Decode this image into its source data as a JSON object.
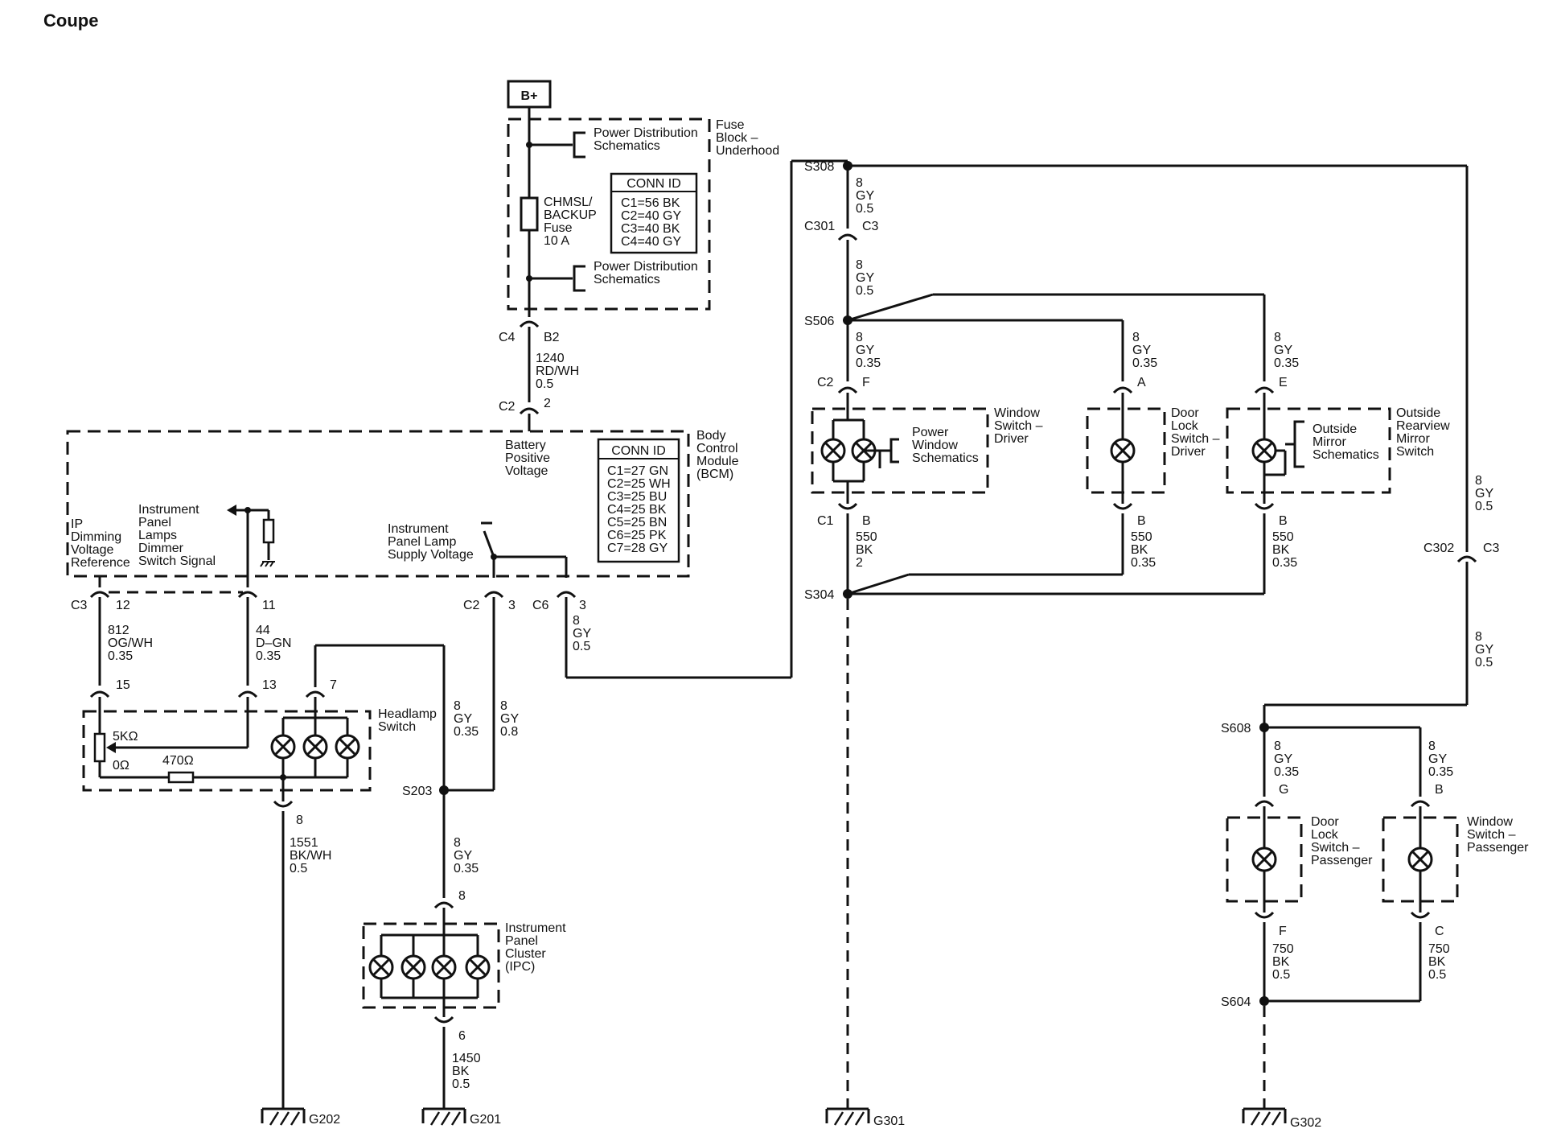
{
  "title": "Coupe",
  "power": {
    "source": "B+",
    "fuse_block": [
      "Fuse",
      "Block –",
      "Underhood"
    ],
    "pds_top": [
      "Power Distribution",
      "Schematics"
    ],
    "pds_bottom": [
      "Power Distribution",
      "Schematics"
    ],
    "fuse": [
      "CHMSL/",
      "BACKUP",
      "Fuse",
      "10 A"
    ],
    "conn_title": "CONN ID",
    "conn": [
      "C1=56 BK",
      "C2=40 GY",
      "C3=40 BK",
      "C4=40 GY"
    ]
  },
  "bcm": {
    "name": [
      "Body",
      "Control",
      "Module",
      "(BCM)"
    ],
    "conn_title": "CONN ID",
    "conn": [
      "C1=27 GN",
      "C2=25 WH",
      "C3=25 BU",
      "C4=25 BK",
      "C5=25 BN",
      "C6=25 PK",
      "C7=28 GY"
    ],
    "bpv": [
      "Battery",
      "Positive",
      "Voltage"
    ],
    "ipdvr": [
      "IP",
      "Dimming",
      "Voltage",
      "Reference"
    ],
    "dimmer": [
      "Instrument",
      "Panel",
      "Lamps",
      "Dimmer",
      "Switch Signal"
    ],
    "supply": [
      "Instrument",
      "Panel Lamp",
      "Supply Voltage"
    ]
  },
  "connectors": {
    "c4": "C4",
    "b2": "B2",
    "c2_top": "C2",
    "pin2": "2",
    "c3_left": "C3",
    "pin12": "12",
    "pin11": "11",
    "c2_mid": "C2",
    "pin3a": "3",
    "c6": "C6",
    "pin3b": "3",
    "pin15": "15",
    "pin13": "13",
    "pin7": "7",
    "pin8_hs": "8",
    "pin8_ipc": "8",
    "pin6_ipc": "6",
    "c301": "C301",
    "c3_right": "C3",
    "c2_ws": "C2",
    "pin_f_ws": "F",
    "pin_a": "A",
    "pin_e": "E",
    "c1_ws": "C1",
    "pin_b_ws": "B",
    "pin_b_dl": "B",
    "pin_b_om": "B",
    "c302": "C302",
    "c3_c302": "C3",
    "pin_g": "G",
    "pin_b_wsp": "B",
    "pin_f_dlp": "F",
    "pin_c_wsp": "C"
  },
  "wires": {
    "w1240": [
      "1240",
      "RD/WH",
      "0.5"
    ],
    "w812": [
      "812",
      "OG/WH",
      "0.35"
    ],
    "w44": [
      "44",
      "D–GN",
      "0.35"
    ],
    "w8_c6": [
      "8",
      "GY",
      "0.5"
    ],
    "w8_hs": [
      "8",
      "GY",
      "0.35"
    ],
    "w8_c2": [
      "8",
      "GY",
      "0.8"
    ],
    "w1551": [
      "1551",
      "BK/WH",
      "0.5"
    ],
    "w8_ipc": [
      "8",
      "GY",
      "0.35"
    ],
    "w1450": [
      "1450",
      "BK",
      "0.5"
    ],
    "w8_s308": [
      "8",
      "GY",
      "0.5"
    ],
    "w8_c301": [
      "8",
      "GY",
      "0.5"
    ],
    "w8_ws": [
      "8",
      "GY",
      "0.35"
    ],
    "w8_dl": [
      "8",
      "GY",
      "0.35"
    ],
    "w8_om": [
      "8",
      "GY",
      "0.35"
    ],
    "w550_ws": [
      "550",
      "BK",
      "2"
    ],
    "w550_dl": [
      "550",
      "BK",
      "0.35"
    ],
    "w550_om": [
      "550",
      "BK",
      "0.35"
    ],
    "w8_right": [
      "8",
      "GY",
      "0.5"
    ],
    "w8_c302": [
      "8",
      "GY",
      "0.5"
    ],
    "w8_dlp": [
      "8",
      "GY",
      "0.35"
    ],
    "w8_wsp": [
      "8",
      "GY",
      "0.35"
    ],
    "w750_dlp": [
      "750",
      "BK",
      "0.5"
    ],
    "w750_wsp": [
      "750",
      "BK",
      "0.5"
    ]
  },
  "splices": {
    "s308": "S308",
    "s506": "S506",
    "s304": "S304",
    "s203": "S203",
    "s608": "S608",
    "s604": "S604"
  },
  "grounds": {
    "g202": "G202",
    "g201": "G201",
    "g301": "G301",
    "g302": "G302"
  },
  "components": {
    "headlamp": [
      "Headlamp",
      "Switch"
    ],
    "r5k": "5KΩ",
    "r0": "0Ω",
    "r470": "470Ω",
    "ipc": [
      "Instrument",
      "Panel",
      "Cluster",
      "(IPC)"
    ],
    "ws_driver": [
      "Window",
      "Switch –",
      "Driver"
    ],
    "pws": [
      "Power",
      "Window",
      "Schematics"
    ],
    "dl_driver": [
      "Door",
      "Lock",
      "Switch –",
      "Driver"
    ],
    "oms": [
      "Outside",
      "Mirror",
      "Schematics"
    ],
    "orm": [
      "Outside",
      "Rearview",
      "Mirror",
      "Switch"
    ],
    "dl_pass": [
      "Door",
      "Lock",
      "Switch –",
      "Passenger"
    ],
    "ws_pass": [
      "Window",
      "Switch –",
      "Passenger"
    ]
  }
}
